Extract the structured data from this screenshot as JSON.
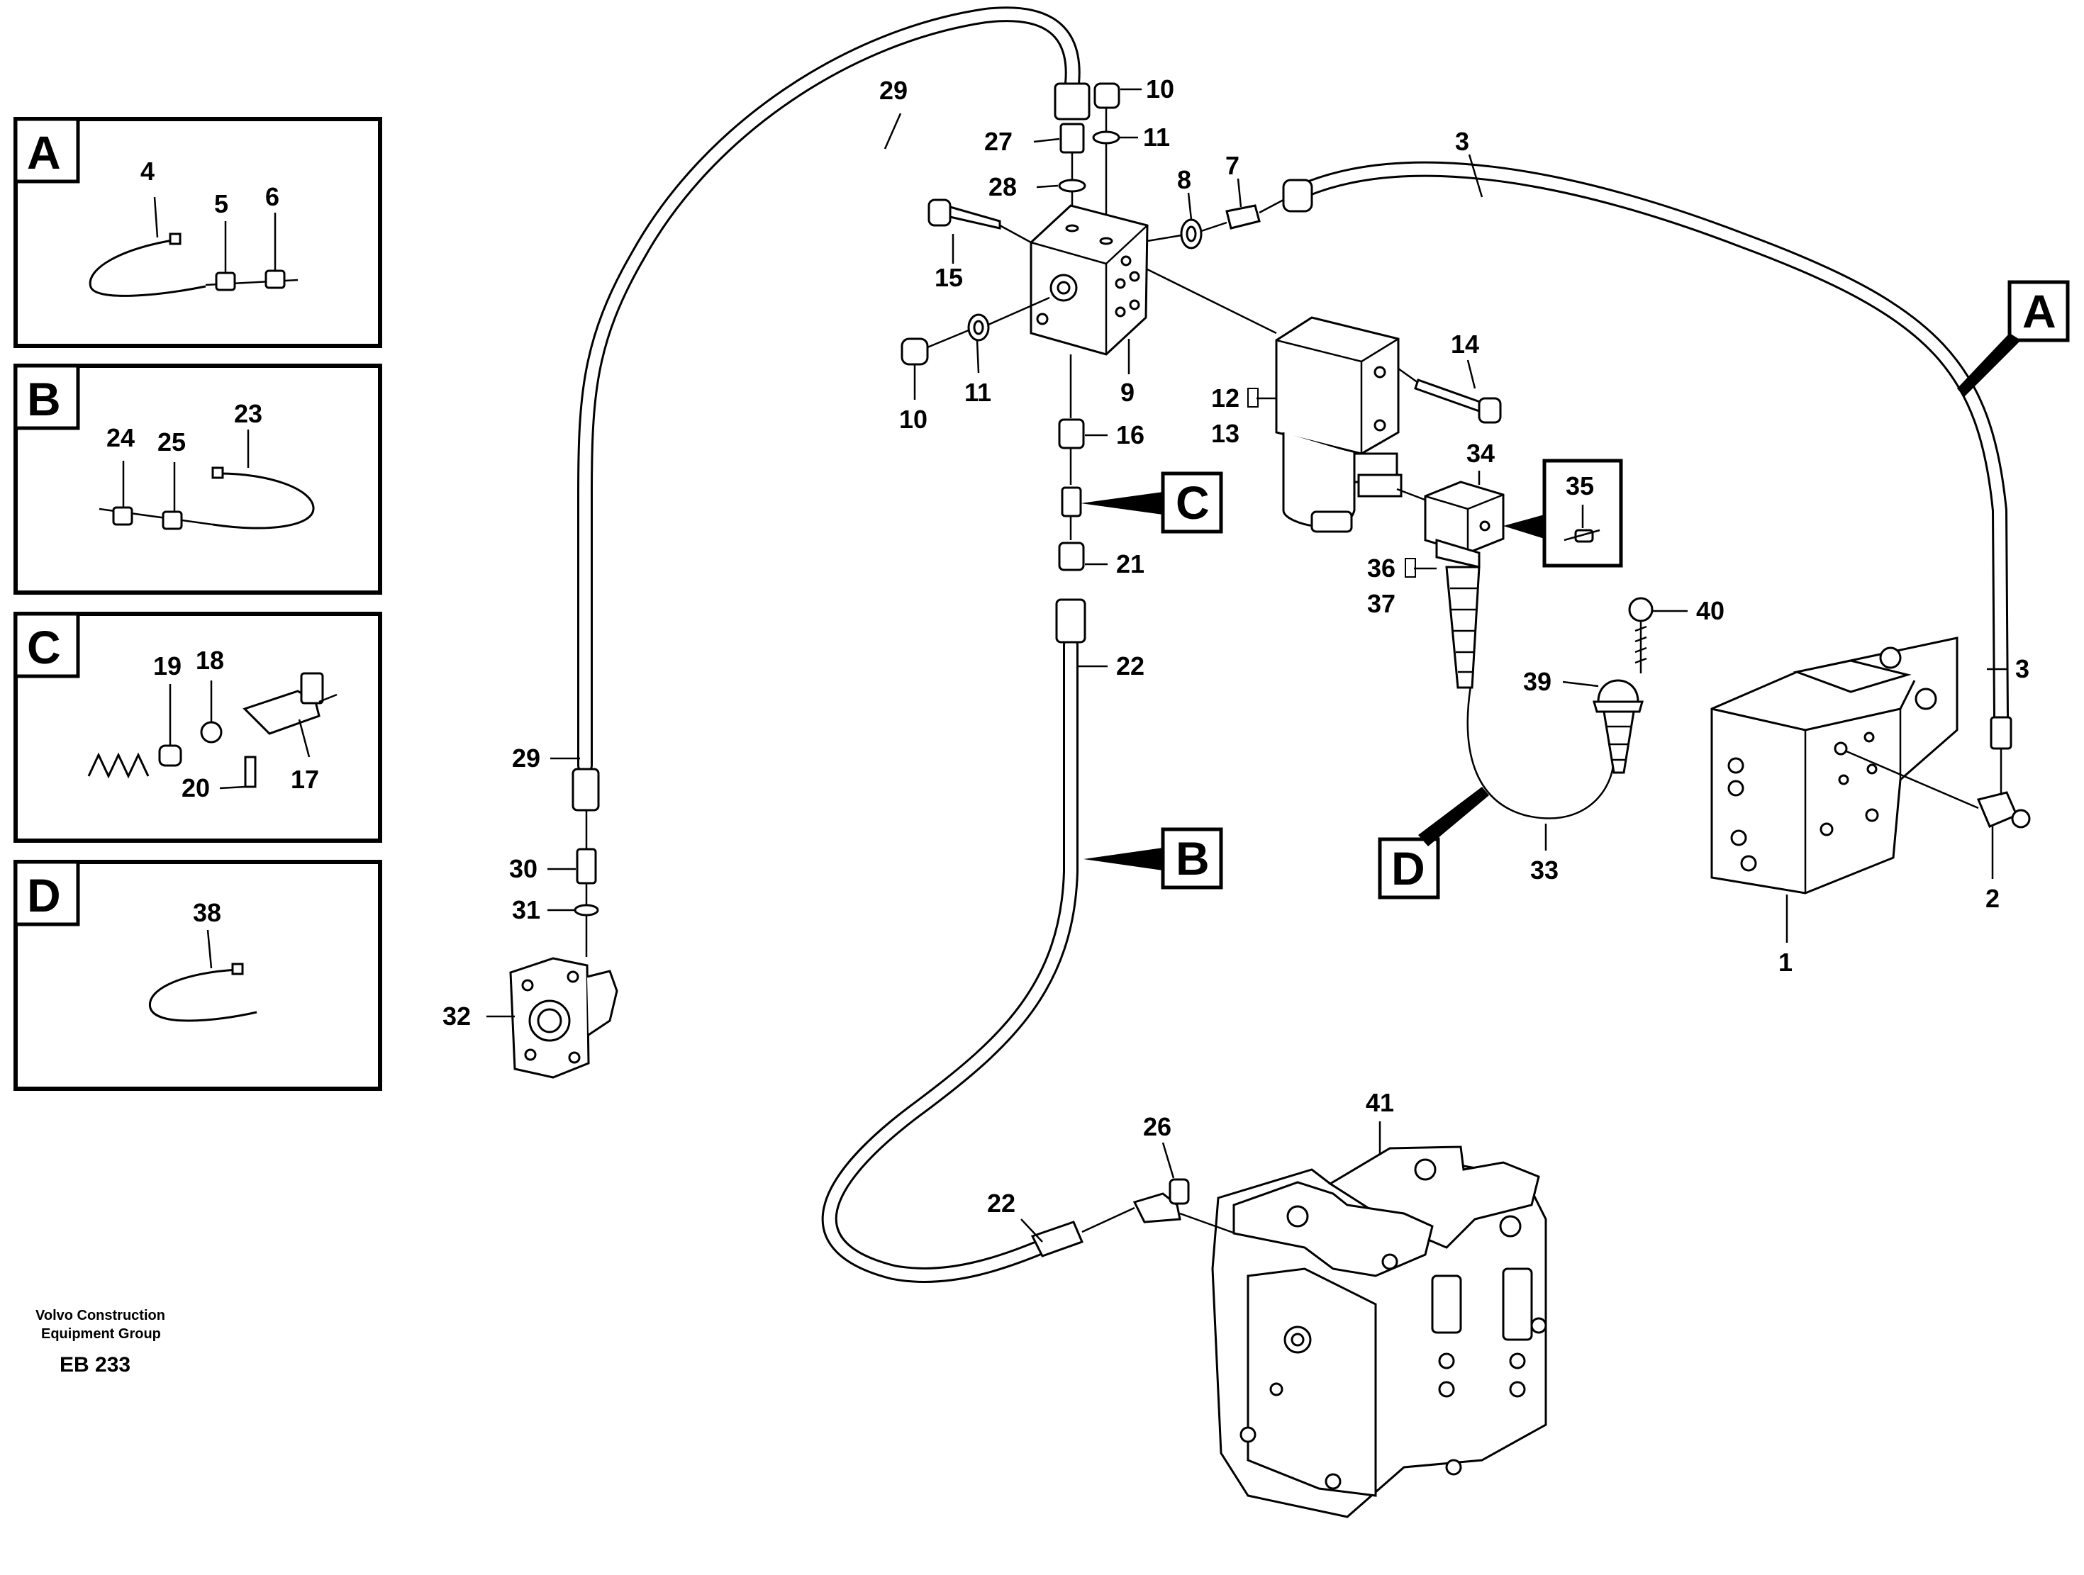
{
  "footer": {
    "company_line1": "Volvo Construction",
    "company_line2": "Equipment Group",
    "code": "EB 233"
  },
  "details": [
    {
      "letter": "A",
      "parts": [
        "4",
        "5",
        "6"
      ]
    },
    {
      "letter": "B",
      "parts": [
        "23",
        "24",
        "25"
      ]
    },
    {
      "letter": "C",
      "parts": [
        "17",
        "18",
        "19",
        "20"
      ]
    },
    {
      "letter": "D",
      "parts": [
        "38"
      ]
    }
  ],
  "callouts": {
    "A": "A",
    "B": "B",
    "C": "C",
    "D": "D"
  },
  "labels": {
    "p1": "1",
    "p2": "2",
    "p3a": "3",
    "p3b": "3",
    "p4": "4",
    "p5": "5",
    "p6": "6",
    "p7": "7",
    "p8": "8",
    "p9": "9",
    "p10a": "10",
    "p10b": "10",
    "p11a": "11",
    "p11b": "11",
    "p12": "12",
    "p13": "13",
    "p14": "14",
    "p15": "15",
    "p16": "16",
    "p17": "17",
    "p18": "18",
    "p19": "19",
    "p20": "20",
    "p21": "21",
    "p22a": "22",
    "p22b": "22",
    "p23": "23",
    "p24": "24",
    "p25": "25",
    "p26": "26",
    "p27": "27",
    "p28": "28",
    "p29a": "29",
    "p29b": "29",
    "p30": "30",
    "p31": "31",
    "p32": "32",
    "p33": "33",
    "p34": "34",
    "p35": "35",
    "p36": "36",
    "p37": "37",
    "p38": "38",
    "p39": "39",
    "p40": "40",
    "p41": "41"
  }
}
